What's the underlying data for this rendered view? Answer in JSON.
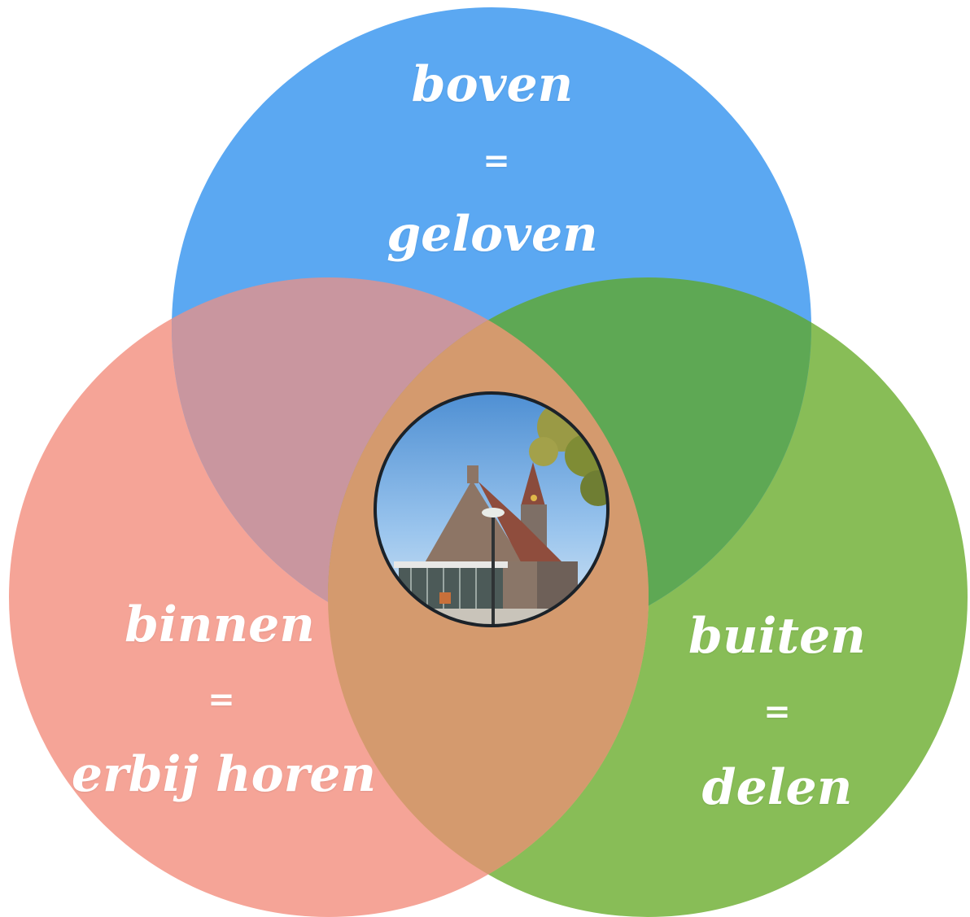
{
  "circles": {
    "top": {
      "word": "boven",
      "equals": "=",
      "meaning": "geloven",
      "color": "#5ba8f2"
    },
    "left": {
      "word": "binnen",
      "equals": "=",
      "meaning": "erbij horen",
      "color": "#f5a497"
    },
    "right": {
      "word": "buiten",
      "equals": "=",
      "meaning": "delen",
      "color": "#88bd57"
    }
  },
  "overlaps": {
    "top_left": "#c9969f",
    "top_right": "#5ea854",
    "left_right": "#d49a6e",
    "center": "#d49a6e"
  },
  "center_photo": {
    "subject": "church-photo",
    "border_color": "#1b2229"
  }
}
